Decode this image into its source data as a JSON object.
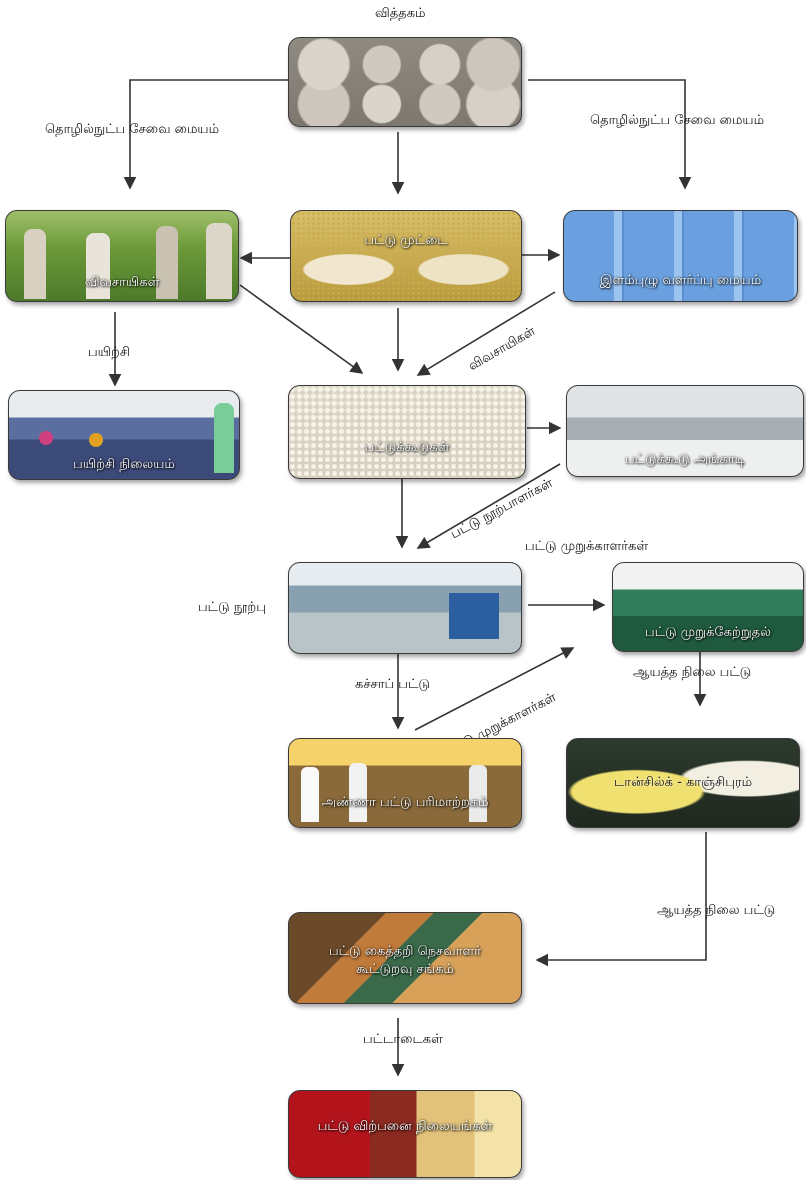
{
  "labels": {
    "top": "வித்தகம்",
    "tech_left": "தொழில்நுட்ப சேவை மையம்",
    "tech_right": "தொழில்நுட்ப சேவை மையம்",
    "training": "பயிற்சி",
    "farmers_diag": "விவசாயிகள்",
    "reelers_diag": "பட்டு நூற்பாளர்கள்",
    "twisters_top": "பட்டு முறுக்காளர்கள்",
    "silk_reeling": "பட்டு நூற்பு",
    "raw_silk": "கச்சாப் பட்டு",
    "twisters_diag": "பட்டு முறுக்காளர்கள்",
    "ready_silk_1": "ஆயத்த நிலை பட்டு",
    "ready_silk_2": "ஆயத்த நிலை பட்டு",
    "fabrics": "பட்டாடைகள்"
  },
  "nodes": {
    "seed": "",
    "eggs": "பட்டு முட்டை",
    "farmers": "விவசாயிகள்",
    "chawki": "இளம்புழு வளர்ப்பு மையம்",
    "training_center": "பயிற்சி நிலையம்",
    "cocoons": "பட்டுக்கூடுகள்",
    "cocoon_market": "பட்டுக்கூடு அங்காடி",
    "reeling_unit": "",
    "twisting_unit": "பட்டு முறுக்கேற்றுதல்",
    "anna_silk": "அண்ணா பட்டு பரிமாற்றகம்",
    "tansilk": "டான்சில்க் - காஞ்சிபுரம்",
    "weavers_coop": "பட்டு கைத்தறி நெசவாளர் கூட்டுறவு சங்கம்",
    "sales": "பட்டு விற்பனை நிலையங்கள்"
  },
  "colors": {
    "arrow": "#333333",
    "border": "#3a3a3a"
  }
}
